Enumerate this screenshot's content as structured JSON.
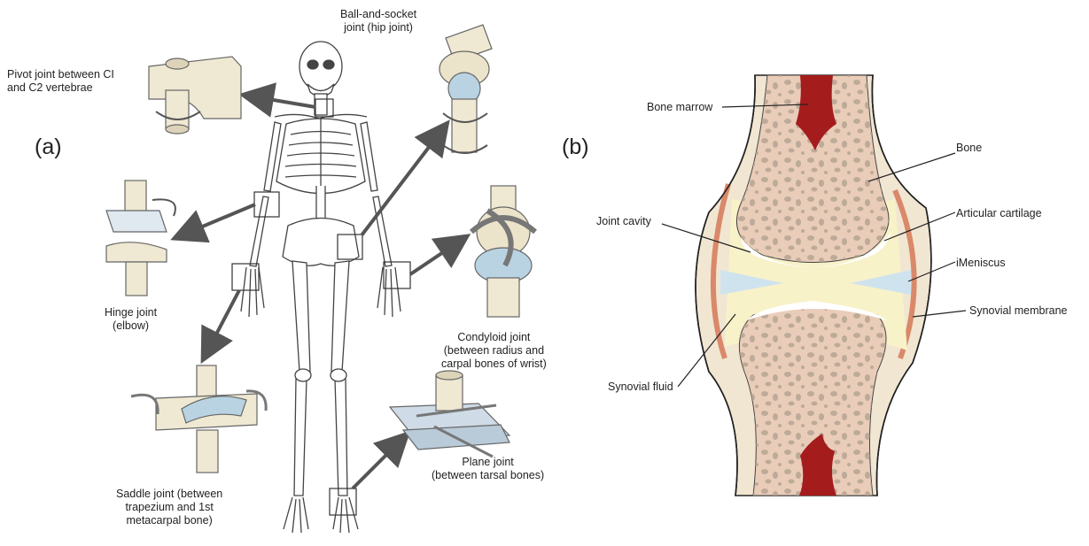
{
  "panel_a": {
    "letter": "(a)",
    "labels": {
      "pivot": "Pivot joint between CI\nand C2 vertebrae",
      "ball_socket": "Ball-and-socket\njoint (hip joint)",
      "hinge": "Hinge joint\n(elbow)",
      "condyloid": "Condyloid joint\n(between radius and\ncarpal bones of wrist)",
      "saddle": "Saddle joint (between\ntrapezium and 1st\nmetacarpal bone)",
      "plane": "Plane joint\n(between tarsal bones)"
    }
  },
  "panel_b": {
    "letter": "(b)",
    "labels": {
      "bone_marrow": "Bone marrow",
      "bone": "Bone",
      "joint_cavity": "Joint cavity",
      "articular_cartilage": "Articular cartilage",
      "meniscus": "iMeniscus",
      "synovial_membrane": "Synovial membrane",
      "synovial_fluid": "Synovial fluid"
    }
  },
  "colors": {
    "bone": "#f0e4cf",
    "bone_tissue": "#e9cdb9",
    "bone_spots": "#b7a493",
    "marrow": "#a51c1c",
    "membrane": "#d9896a",
    "fluid": "#f8f2c9",
    "meniscus": "#cfe3ef",
    "arrow": "#555555",
    "joint_blue": "#b9d3e3"
  }
}
